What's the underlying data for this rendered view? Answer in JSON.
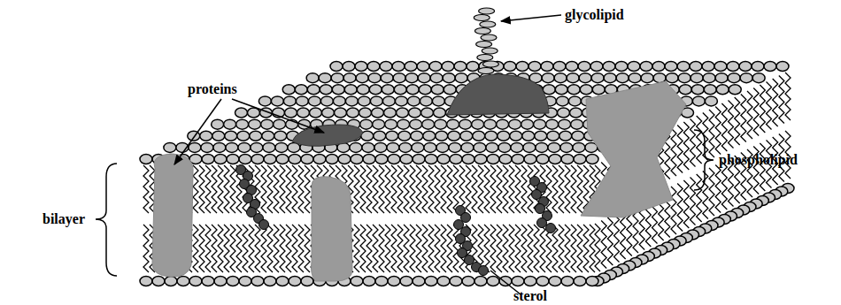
{
  "diagram": {
    "labels": [
      "glycolipid",
      "proteins",
      "phospholipid",
      "bilayer",
      "sterol"
    ]
  }
}
